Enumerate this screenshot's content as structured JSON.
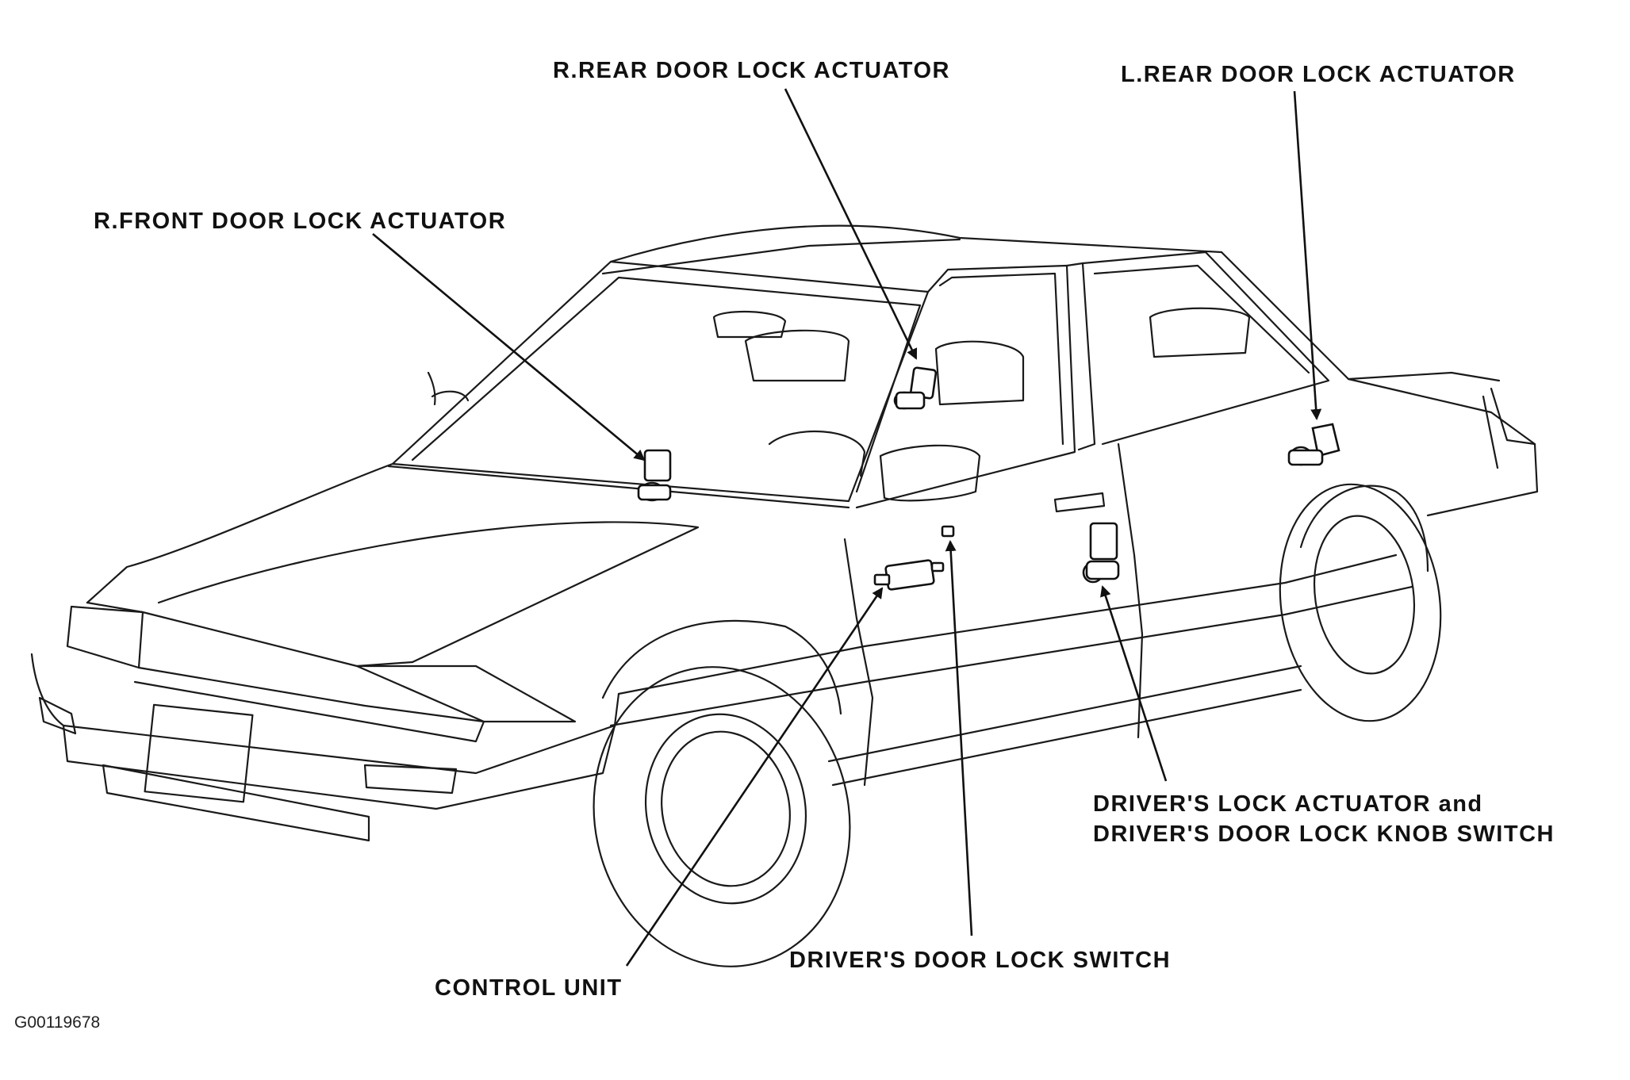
{
  "labels": {
    "r_rear": "R.REAR DOOR LOCK ACTUATOR",
    "l_rear": "L.REAR DOOR LOCK ACTUATOR",
    "r_front": "R.FRONT DOOR LOCK ACTUATOR",
    "driver_lock_line1": "DRIVER'S LOCK ACTUATOR and",
    "driver_lock_line2": "DRIVER'S DOOR LOCK KNOB SWITCH",
    "door_lock_switch": "DRIVER'S DOOR LOCK SWITCH",
    "control_unit": "CONTROL UNIT"
  },
  "figure_id": "G00119678"
}
